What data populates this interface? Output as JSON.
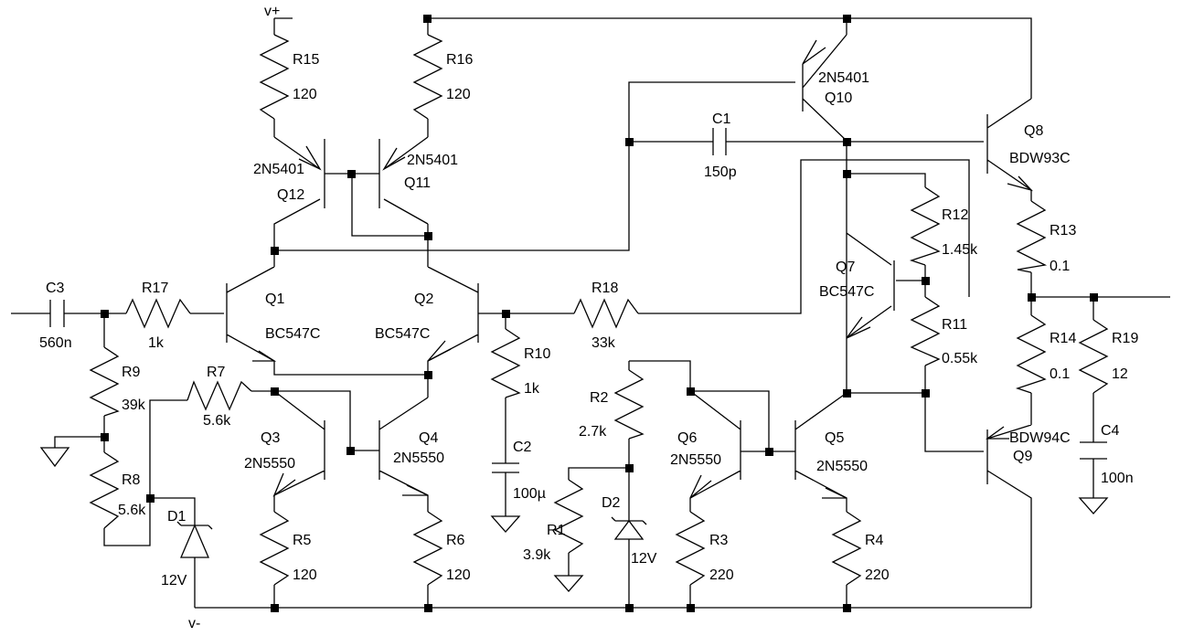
{
  "rails": {
    "positive": "v+",
    "negative": "v-"
  },
  "components": [
    {
      "ref": "R15",
      "value": "120"
    },
    {
      "ref": "R16",
      "value": "120"
    },
    {
      "ref": "Q12",
      "value": "2N5401"
    },
    {
      "ref": "Q11",
      "value": "2N5401"
    },
    {
      "ref": "Q10",
      "value": "2N5401"
    },
    {
      "ref": "Q8",
      "value": "BDW93C"
    },
    {
      "ref": "C1",
      "value": "150p"
    },
    {
      "ref": "R12",
      "value": "1.45k"
    },
    {
      "ref": "R13",
      "value": "0.1"
    },
    {
      "ref": "Q7",
      "value": "BC547C"
    },
    {
      "ref": "R11",
      "value": "0.55k"
    },
    {
      "ref": "R14",
      "value": "0.1"
    },
    {
      "ref": "R19",
      "value": "12"
    },
    {
      "ref": "C4",
      "value": "100n"
    },
    {
      "ref": "Q9",
      "value": "BDW94C"
    },
    {
      "ref": "C3",
      "value": "560n"
    },
    {
      "ref": "R17",
      "value": "1k"
    },
    {
      "ref": "Q1",
      "value": "BC547C"
    },
    {
      "ref": "Q2",
      "value": "BC547C"
    },
    {
      "ref": "R18",
      "value": "33k"
    },
    {
      "ref": "R10",
      "value": "1k"
    },
    {
      "ref": "C2",
      "value": "100µ"
    },
    {
      "ref": "R9",
      "value": "39k"
    },
    {
      "ref": "R7",
      "value": "5.6k"
    },
    {
      "ref": "R8",
      "value": "5.6k"
    },
    {
      "ref": "Q3",
      "value": "2N5550"
    },
    {
      "ref": "Q4",
      "value": "2N5550"
    },
    {
      "ref": "R5",
      "value": "120"
    },
    {
      "ref": "R6",
      "value": "120"
    },
    {
      "ref": "D1",
      "value": "12V"
    },
    {
      "ref": "R2",
      "value": "2.7k"
    },
    {
      "ref": "R1",
      "value": "3.9k"
    },
    {
      "ref": "D2",
      "value": "12V"
    },
    {
      "ref": "Q6",
      "value": "2N5550"
    },
    {
      "ref": "Q5",
      "value": "2N5550"
    },
    {
      "ref": "R3",
      "value": "220"
    },
    {
      "ref": "R4",
      "value": "220"
    }
  ]
}
